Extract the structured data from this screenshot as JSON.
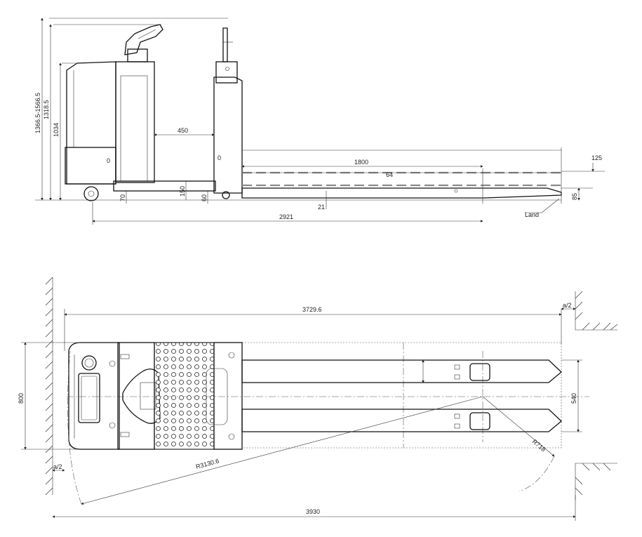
{
  "side_view": {
    "dim_height_range": "1366.5-1566.5",
    "dim_height_2": "1318.5",
    "dim_height_3": "1034",
    "dim_450": "450",
    "dim_fork_length": "1800",
    "dim_64": "64",
    "dim_125": "125",
    "dim_150": "150",
    "dim_70": "70",
    "dim_60": "60",
    "dim_21": "21",
    "dim_85": "85",
    "dim_2921": "2921",
    "label_land": "Land",
    "handle_mark": "0"
  },
  "top_view": {
    "dim_3729_6": "3729.6",
    "dim_a2_top": "a/2",
    "dim_800": "800",
    "dim_540": "540",
    "dim_r718": "R718",
    "dim_r3130_6": "R3130.6",
    "dim_a2_bottom": "a/2",
    "dim_3930": "3930"
  }
}
